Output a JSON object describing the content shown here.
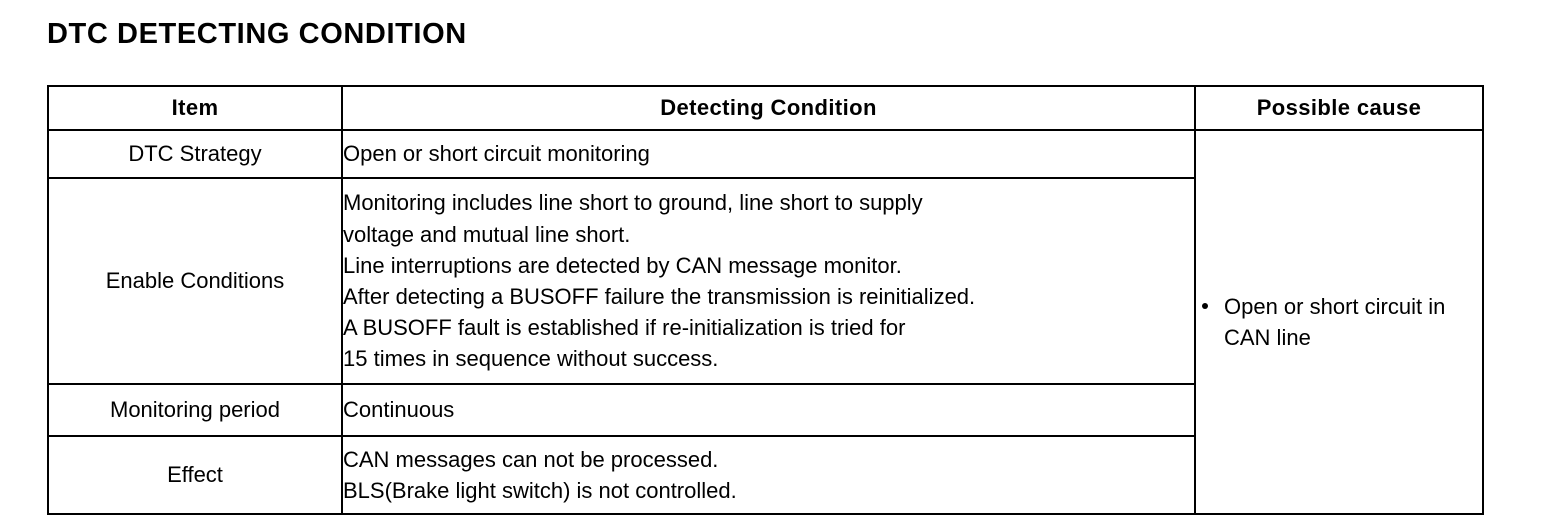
{
  "document": {
    "title": "DTC DETECTING CONDITION"
  },
  "table": {
    "headers": {
      "item": "Item",
      "detecting_condition": "Detecting Condition",
      "possible_cause": "Possible cause"
    },
    "rows": [
      {
        "item": "DTC Strategy",
        "detecting_condition_lines": [
          "Open or short circuit monitoring"
        ]
      },
      {
        "item": "Enable Conditions",
        "detecting_condition_lines": [
          "Monitoring includes line short to ground, line short to supply",
          "voltage and mutual line short.",
          "Line interruptions are detected by CAN message monitor.",
          "After detecting a BUSOFF failure the transmission is reinitialized.",
          "A BUSOFF fault is established if re-initialization is tried for",
          "15 times in sequence without success."
        ]
      },
      {
        "item": "Monitoring period",
        "detecting_condition_lines": [
          "Continuous"
        ]
      },
      {
        "item": "Effect",
        "detecting_condition_lines": [
          "CAN messages can not be processed.",
          "BLS(Brake light switch) is not controlled."
        ]
      }
    ],
    "possible_cause": {
      "items": [
        "Open or short circuit in CAN line"
      ]
    }
  },
  "colors": {
    "text": "#000000",
    "background": "#ffffff",
    "border": "#000000"
  }
}
